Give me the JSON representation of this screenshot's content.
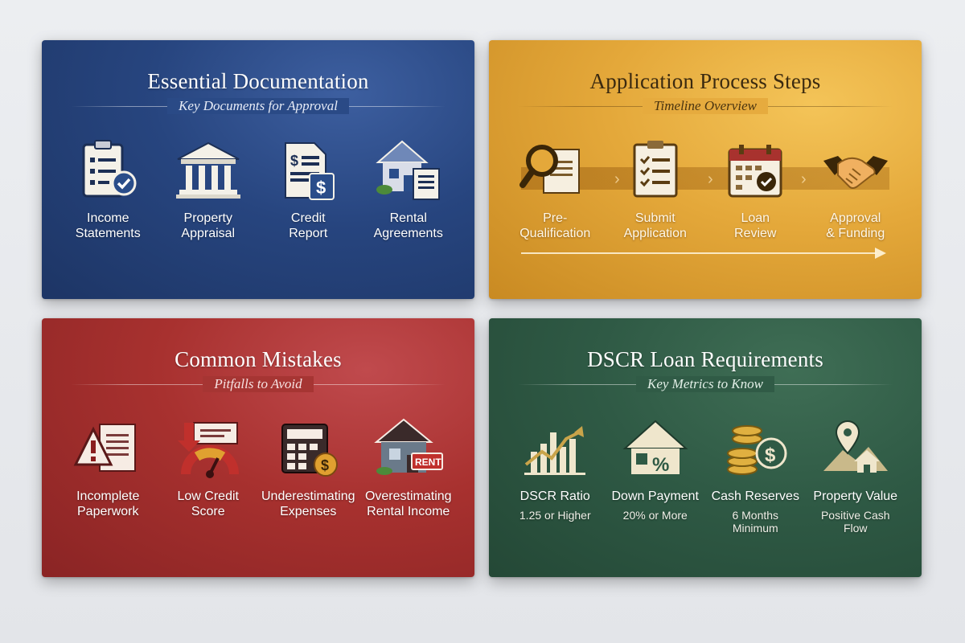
{
  "cards": [
    {
      "title": "Essential Documentation",
      "subtitle": "Key Documents for Approval",
      "color": "#27457f",
      "items": [
        {
          "label": "Income Statements",
          "icon": "clipboard-check-icon"
        },
        {
          "label": "Property Appraisal",
          "icon": "bank-building-icon"
        },
        {
          "label": "Credit Report",
          "icon": "credit-report-icon"
        },
        {
          "label": "Rental Agreements",
          "icon": "house-document-icon"
        }
      ]
    },
    {
      "title": "Application Process Steps",
      "subtitle": "Timeline Overview",
      "color": "#e4a83a",
      "items": [
        {
          "label": "Pre-Qualification",
          "icon": "magnifier-document-icon"
        },
        {
          "label": "Submit Application",
          "icon": "checklist-icon"
        },
        {
          "label": "Loan Review",
          "icon": "calendar-check-icon"
        },
        {
          "label": "Approval & Funding",
          "icon": "handshake-icon"
        }
      ]
    },
    {
      "title": "Common Mistakes",
      "subtitle": "Pitfalls to Avoid",
      "color": "#a8312f",
      "items": [
        {
          "label": "Incomplete Paperwork",
          "icon": "warning-document-icon"
        },
        {
          "label": "Low Credit Score",
          "icon": "credit-gauge-icon"
        },
        {
          "label": "Underestimating Expenses",
          "icon": "calculator-icon"
        },
        {
          "label": "Overestimating Rental Income",
          "icon": "rent-house-icon"
        }
      ]
    },
    {
      "title": "DSCR Loan Requirements",
      "subtitle": "Key Metrics to Know",
      "color": "#2f5a45",
      "items": [
        {
          "label": "DSCR Ratio",
          "value": "1.25 or Higher",
          "icon": "bar-chart-icon"
        },
        {
          "label": "Down Payment",
          "value": "20% or More",
          "icon": "house-percent-icon"
        },
        {
          "label": "Cash Reserves",
          "value": "6 Months Minimum",
          "icon": "coins-icon"
        },
        {
          "label": "Property Value",
          "value": "Positive Cash Flow",
          "icon": "location-pin-icon"
        }
      ]
    }
  ],
  "labels_split": {
    "c0": [
      [
        "Income",
        "Statements"
      ],
      [
        "Property",
        "Appraisal"
      ],
      [
        "Credit",
        "Report"
      ],
      [
        "Rental",
        "Agreements"
      ]
    ],
    "c1": [
      [
        "Pre-",
        "Qualification"
      ],
      [
        "Submit",
        "Application"
      ],
      [
        "Loan",
        "Review"
      ],
      [
        "Approval",
        "& Funding"
      ]
    ],
    "c2": [
      [
        "Incomplete",
        "Paperwork"
      ],
      [
        "Low Credit",
        "Score"
      ],
      [
        "Underestimating",
        "Expenses"
      ],
      [
        "Overestimating",
        "Rental Income"
      ]
    ]
  }
}
